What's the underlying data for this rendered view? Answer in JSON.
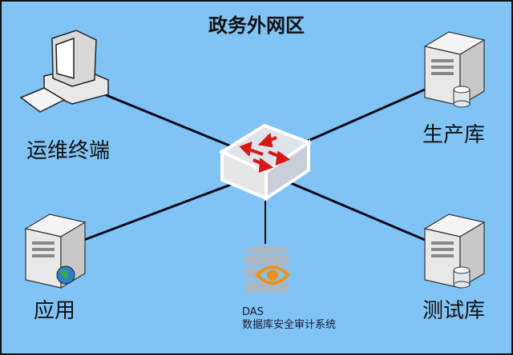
{
  "title": "政务外网区",
  "nodes": {
    "ops": {
      "label": "运维终端"
    },
    "prod": {
      "label": "生产库"
    },
    "app": {
      "label": "应用"
    },
    "test": {
      "label": "测试库"
    },
    "das": {
      "abbr": "DAS",
      "label": "数据库安全审计系统"
    }
  },
  "colors": {
    "background": "#80c4f6",
    "line": "#0a0a1a",
    "arrow": "#d81818",
    "eye": "#f0901a"
  }
}
